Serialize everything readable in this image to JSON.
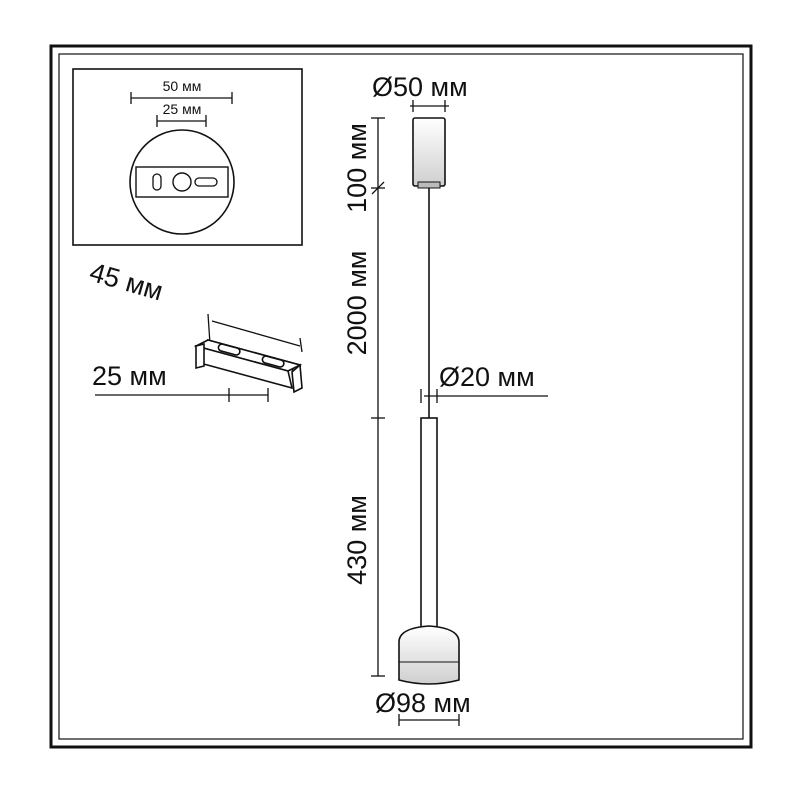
{
  "dimensions": {
    "canopy_diameter": "Ø50 мм",
    "canopy_height": "100 мм",
    "cable_length": "2000 мм",
    "body_diameter": "Ø20 мм",
    "body_height": "430 мм",
    "shade_diameter": "Ø98 мм"
  },
  "mount_detail": {
    "outer_width": "50 мм",
    "inner_width": "25 мм"
  },
  "bracket": {
    "length": "45 мм",
    "hole_spacing": "25 мм"
  }
}
